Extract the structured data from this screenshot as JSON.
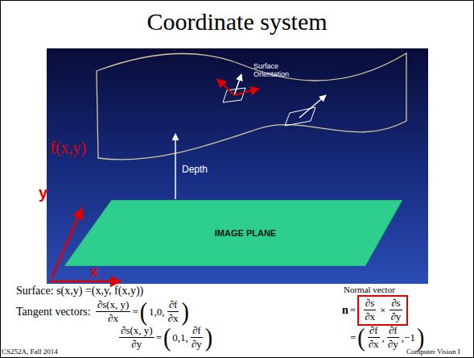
{
  "diagram": {
    "title": "Coordinate system",
    "nodes": [
      {
        "text": [
          "IMAGE PLANE"
        ]
      },
      {
        "text": [
          "∂s",
          "∂x",
          "×",
          "∂s",
          "∂y"
        ]
      }
    ],
    "labels": [
      "f(x,y)",
      "Surface Orientation",
      "Depth",
      "y",
      "x",
      "Surface: s(x,y) =(x,y, f(x,y))",
      "Tangent vectors:",
      "∂s(x, y)",
      "∂x",
      "=",
      "(",
      "1,0,",
      "∂f",
      "∂x",
      ")",
      "∂s(x, y)",
      "∂y",
      "=",
      "(",
      "0,1,",
      "∂f",
      "∂y",
      ")",
      "Normal vector",
      "n",
      "=",
      "=",
      "(",
      "∂f",
      "∂x",
      ",",
      "∂f",
      "∂y",
      ",−1",
      ")",
      "CS252A, Fall 2014",
      "Computer Vision I"
    ]
  }
}
